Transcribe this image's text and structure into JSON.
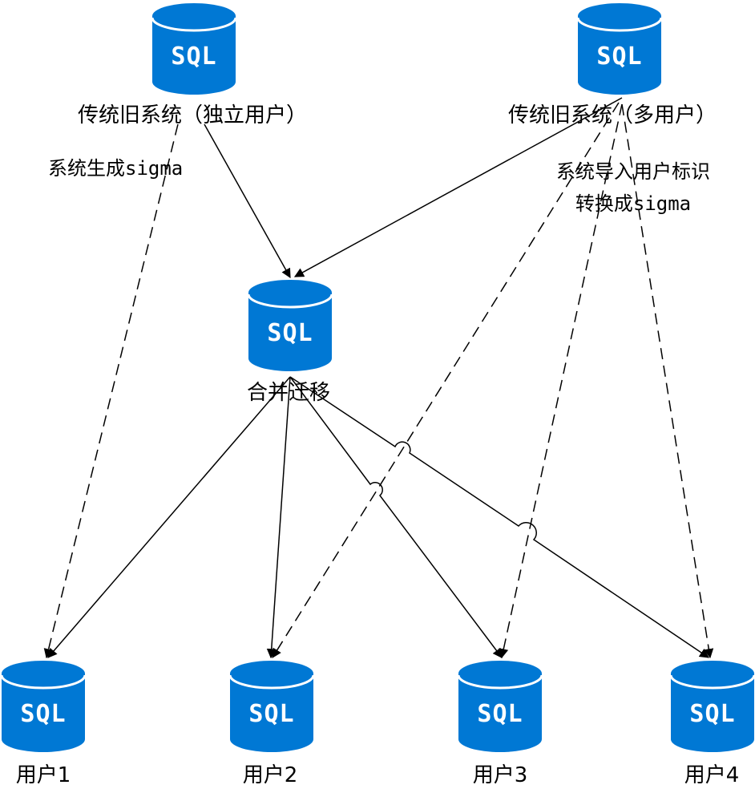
{
  "databases": {
    "legacy_single": {
      "icon_text": "SQL",
      "label": "传统旧系统（独立用户）"
    },
    "legacy_multi": {
      "icon_text": "SQL",
      "label": "传统旧系统（多用户）"
    },
    "merge": {
      "icon_text": "SQL",
      "label": "合并迁移"
    },
    "user1": {
      "icon_text": "SQL",
      "label": "用户1"
    },
    "user2": {
      "icon_text": "SQL",
      "label": "用户2"
    },
    "user3": {
      "icon_text": "SQL",
      "label": "用户3"
    },
    "user4": {
      "icon_text": "SQL",
      "label": "用户4"
    }
  },
  "notes": {
    "single_gen_prefix": "系统生成",
    "single_gen_suffix": "sigma",
    "multi_import": "系统导入用户标识",
    "multi_convert_prefix": "转换成",
    "multi_convert_suffix": "sigma"
  },
  "colors": {
    "db_fill": "#0078D4",
    "db_top": "#0078D4",
    "db_rim": "#ffffff",
    "edge": "#000000"
  }
}
